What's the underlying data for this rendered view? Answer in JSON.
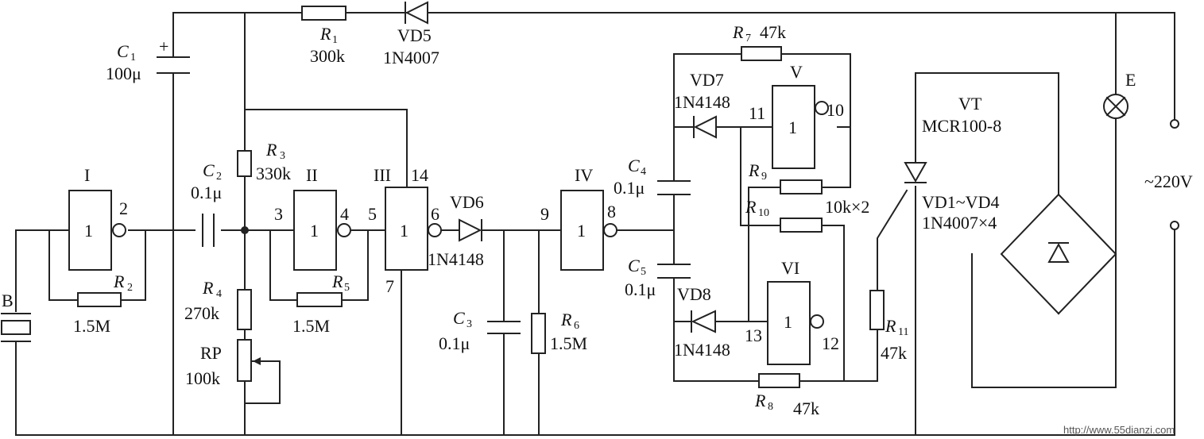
{
  "gates": {
    "I": {
      "roman": "I",
      "sym": "1",
      "out": "2"
    },
    "II": {
      "roman": "II",
      "sym": "1",
      "in": "3",
      "out": "4"
    },
    "III": {
      "roman": "III",
      "sym": "1",
      "in": "5",
      "out": "6",
      "vcc": "14",
      "gnd": "7"
    },
    "IV": {
      "roman": "IV",
      "sym": "1",
      "in": "9",
      "out": "8"
    },
    "V": {
      "roman": "V",
      "sym": "1",
      "in": "11",
      "out": "10"
    },
    "VI": {
      "roman": "VI",
      "sym": "1",
      "in": "13",
      "out": "12"
    }
  },
  "components": {
    "C1": {
      "letter": "C",
      "sub": "1",
      "value": "100μ",
      "plus": "+"
    },
    "C2": {
      "letter": "C",
      "sub": "2",
      "value": "0.1μ"
    },
    "C3": {
      "letter": "C",
      "sub": "3",
      "value": "0.1μ"
    },
    "C4": {
      "letter": "C",
      "sub": "4",
      "value": "0.1μ"
    },
    "C5": {
      "letter": "C",
      "sub": "5",
      "value": "0.1μ"
    },
    "R1": {
      "letter": "R",
      "sub": "1",
      "value": "300k"
    },
    "R2": {
      "letter": "R",
      "sub": "2",
      "value": "1.5M"
    },
    "R3": {
      "letter": "R",
      "sub": "3",
      "value": "330k"
    },
    "R4": {
      "letter": "R",
      "sub": "4",
      "value": "270k"
    },
    "R5": {
      "letter": "R",
      "sub": "5",
      "value": "1.5M"
    },
    "R6": {
      "letter": "R",
      "sub": "6",
      "value": "1.5M"
    },
    "R7": {
      "letter": "R",
      "sub": "7",
      "value": "47k"
    },
    "R8": {
      "letter": "R",
      "sub": "8",
      "value": "47k"
    },
    "R9": {
      "letter": "R",
      "sub": "9"
    },
    "R10": {
      "letter": "R",
      "sub": "10"
    },
    "R9_R10_value": "10k×2",
    "R11": {
      "letter": "R",
      "sub": "11",
      "value": "47k"
    },
    "RP": {
      "name": "RP",
      "value": "100k"
    },
    "VD5": {
      "name": "VD5",
      "part": "1N4007"
    },
    "VD6": {
      "name": "VD6",
      "part": "1N4148"
    },
    "VD7": {
      "name": "VD7",
      "part": "1N4148"
    },
    "VD8": {
      "name": "VD8",
      "part": "1N4148"
    },
    "VT": {
      "name": "VT",
      "part": "MCR100-8"
    },
    "bridge": {
      "name": "VD1~VD4",
      "part": "1N4007×4"
    },
    "lamp": {
      "name": "E"
    },
    "B": {
      "name": "B"
    },
    "mains": {
      "label": "~220V"
    }
  },
  "watermark": "http://www.55dianzi.com"
}
